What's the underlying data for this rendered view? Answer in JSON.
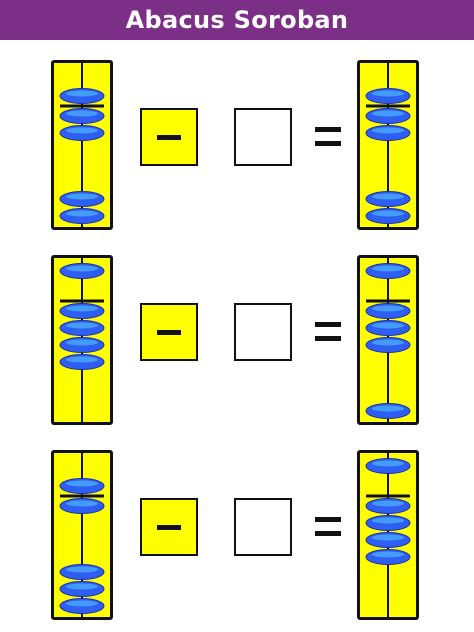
{
  "header": {
    "title": "Abacus Soroban"
  },
  "colors": {
    "header_bg": "#7b2f86",
    "frame_bg": "#ffff00",
    "bead_fill": "#2f5ff2",
    "bead_highlight": "#46a6ff",
    "bead_outline": "#1a2fb0",
    "operator_box": "#ffff00",
    "ink": "#111111"
  },
  "icons": {
    "minus": "minus-icon",
    "equals": "equals-icon"
  },
  "exercises": [
    {
      "left_abacus": {
        "upper_beads_down": 1,
        "lower_beads_up": 2
      },
      "right_abacus": {
        "upper_beads_down": 1,
        "lower_beads_up": 2
      }
    },
    {
      "left_abacus": {
        "upper_beads_down": 0,
        "lower_beads_up": 4
      },
      "right_abacus": {
        "upper_beads_down": 0,
        "lower_beads_up": 3
      }
    },
    {
      "left_abacus": {
        "upper_beads_down": 1,
        "lower_beads_up": 1
      },
      "right_abacus": {
        "upper_beads_down": 0,
        "lower_beads_up": 4
      }
    }
  ]
}
